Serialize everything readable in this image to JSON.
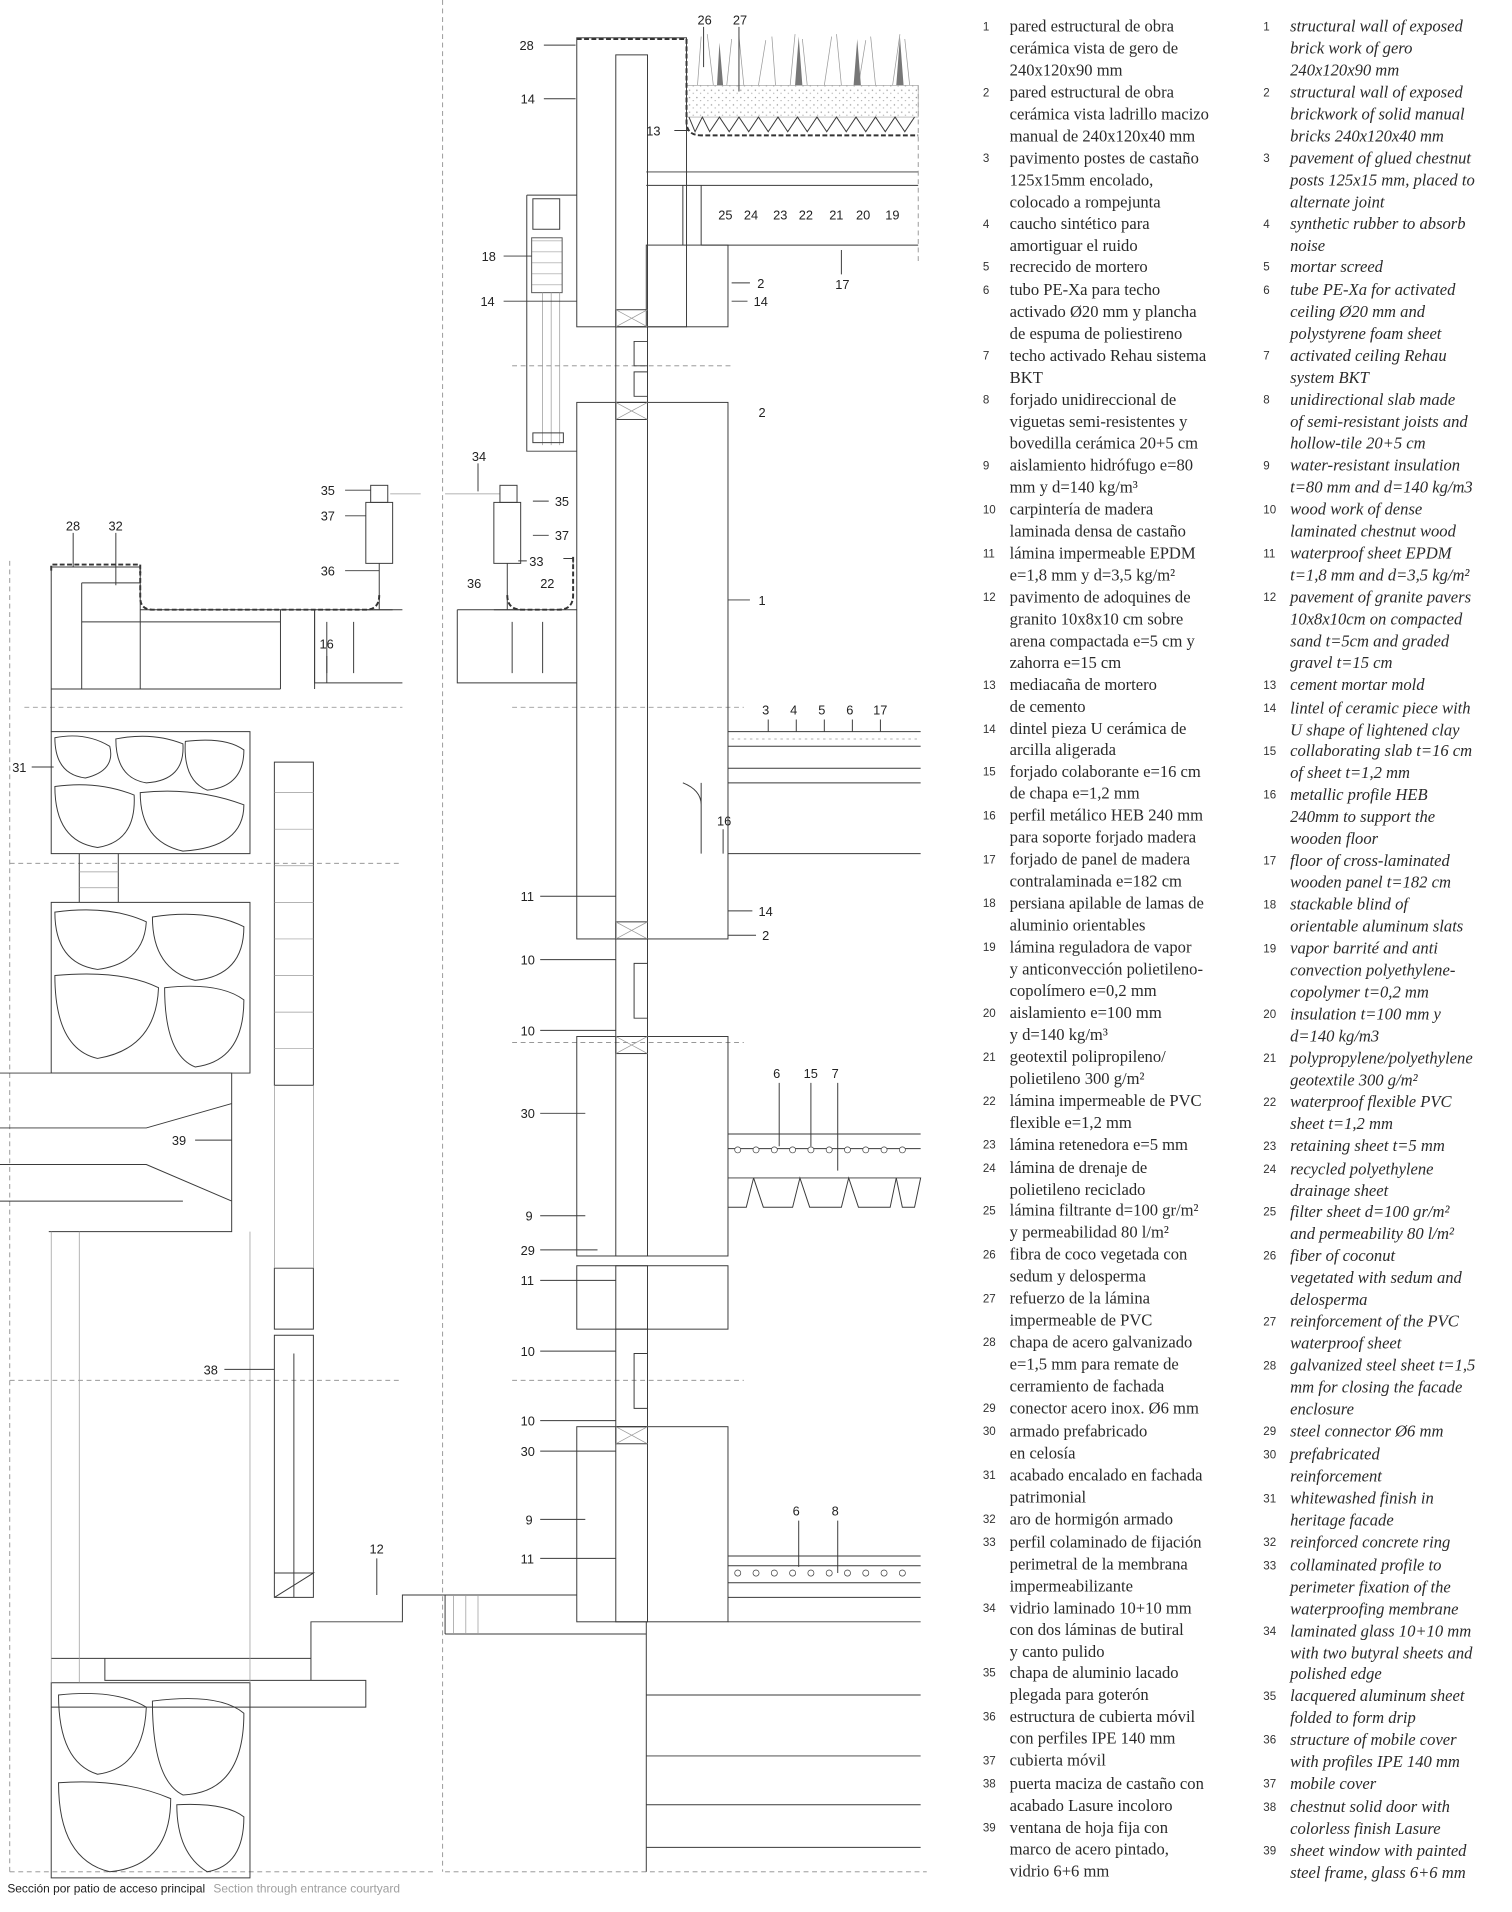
{
  "caption": {
    "es": "Sección por patio de acceso principal",
    "en": "Section through entrance courtyard"
  },
  "callouts": [
    "26",
    "27",
    "28",
    "14",
    "13",
    "25",
    "24",
    "23",
    "22",
    "21",
    "20",
    "19",
    "18",
    "14",
    "2",
    "14",
    "17",
    "2",
    "34",
    "35",
    "35",
    "37",
    "37",
    "28",
    "32",
    "36",
    "33",
    "36",
    "22",
    "16",
    "1",
    "3",
    "4",
    "5",
    "6",
    "17",
    "31",
    "16",
    "11",
    "14",
    "2",
    "10",
    "10",
    "6",
    "15",
    "7",
    "30",
    "39",
    "9",
    "29",
    "11",
    "10",
    "38",
    "10",
    "30",
    "9",
    "6",
    "8",
    "11",
    "12"
  ],
  "legend": {
    "es": [
      {
        "n": "1",
        "lines": [
          "pared estructural de obra",
          "cerámica vista de gero de",
          "240x120x90 mm"
        ]
      },
      {
        "n": "2",
        "lines": [
          "pared estructural de obra",
          "cerámica vista ladrillo macizo",
          "manual de 240x120x40 mm"
        ]
      },
      {
        "n": "3",
        "lines": [
          "pavimento postes de castaño",
          "125x15mm encolado,",
          "colocado a rompejunta"
        ]
      },
      {
        "n": "4",
        "lines": [
          "caucho sintético para",
          "amortiguar el ruido"
        ]
      },
      {
        "n": "5",
        "lines": [
          "recrecido de mortero"
        ]
      },
      {
        "n": "6",
        "lines": [
          "tubo PE-Xa para techo",
          "activado Ø20 mm y plancha",
          "de espuma de poliestireno"
        ]
      },
      {
        "n": "7",
        "lines": [
          "techo activado Rehau sistema",
          "BKT"
        ]
      },
      {
        "n": "8",
        "lines": [
          "forjado unidireccional de",
          "viguetas semi-resistentes y",
          "bovedilla cerámica 20+5 cm"
        ]
      },
      {
        "n": "9",
        "lines": [
          "aislamiento hidrófugo e=80",
          "mm y d=140 kg/m³"
        ]
      },
      {
        "n": "10",
        "lines": [
          "carpintería de madera",
          "laminada densa de castaño"
        ]
      },
      {
        "n": "11",
        "lines": [
          "lámina impermeable EPDM",
          "e=1,8 mm y d=3,5 kg/m²"
        ]
      },
      {
        "n": "12",
        "lines": [
          "pavimento de adoquines de",
          "granito 10x8x10 cm sobre",
          "arena compactada e=5 cm y",
          "zahorra e=15 cm"
        ]
      },
      {
        "n": "13",
        "lines": [
          "mediacaña de mortero",
          "de cemento"
        ]
      },
      {
        "n": "14",
        "lines": [
          "dintel pieza U cerámica de",
          "arcilla aligerada"
        ]
      },
      {
        "n": "15",
        "lines": [
          "forjado colaborante e=16 cm",
          "de chapa e=1,2 mm"
        ]
      },
      {
        "n": "16",
        "lines": [
          "perfil metálico HEB 240 mm",
          "para soporte forjado madera"
        ]
      },
      {
        "n": "17",
        "lines": [
          "forjado de panel de madera",
          "contralaminada e=182 cm"
        ]
      },
      {
        "n": "18",
        "lines": [
          "persiana apilable de lamas de",
          "aluminio orientables"
        ]
      },
      {
        "n": "19",
        "lines": [
          "lámina reguladora de vapor",
          "y anticonvección polietileno-",
          "copolímero e=0,2 mm"
        ]
      },
      {
        "n": "20",
        "lines": [
          "aislamiento e=100 mm",
          "y d=140 kg/m³"
        ]
      },
      {
        "n": "21",
        "lines": [
          "geotextil polipropileno/",
          "polietileno 300 g/m²"
        ]
      },
      {
        "n": "22",
        "lines": [
          "lámina impermeable de PVC",
          "flexible e=1,2 mm"
        ]
      },
      {
        "n": "23",
        "lines": [
          "lámina retenedora e=5 mm"
        ]
      },
      {
        "n": "24",
        "lines": [
          "lámina de drenaje de",
          "polietileno reciclado"
        ]
      },
      {
        "n": "25",
        "lines": [
          "lámina filtrante d=100 gr/m²",
          "y permeabilidad 80 l/m²"
        ]
      },
      {
        "n": "26",
        "lines": [
          "fibra de coco vegetada con",
          "sedum y delosperma"
        ]
      },
      {
        "n": "27",
        "lines": [
          "refuerzo de la lámina",
          "impermeable de PVC"
        ]
      },
      {
        "n": "28",
        "lines": [
          "chapa de acero galvanizado",
          "e=1,5 mm para remate de",
          "cerramiento de fachada"
        ]
      },
      {
        "n": "29",
        "lines": [
          "conector acero inox. Ø6 mm"
        ]
      },
      {
        "n": "30",
        "lines": [
          "armado prefabricado",
          "en celosía"
        ]
      },
      {
        "n": "31",
        "lines": [
          "acabado encalado en fachada",
          "patrimonial"
        ]
      },
      {
        "n": "32",
        "lines": [
          "aro de hormigón armado"
        ]
      },
      {
        "n": "33",
        "lines": [
          "perfil colaminado de fijación",
          "perimetral de la membrana",
          "impermeabilizante"
        ]
      },
      {
        "n": "34",
        "lines": [
          "vidrio laminado 10+10 mm",
          "con dos láminas de butiral",
          "y canto pulido"
        ]
      },
      {
        "n": "35",
        "lines": [
          "chapa de aluminio lacado",
          "plegada para goterón"
        ]
      },
      {
        "n": "36",
        "lines": [
          "estructura de cubierta móvil",
          "con perfiles IPE 140 mm"
        ]
      },
      {
        "n": "37",
        "lines": [
          "cubierta móvil"
        ]
      },
      {
        "n": "38",
        "lines": [
          "puerta maciza de castaño con",
          "acabado Lasure incoloro"
        ]
      },
      {
        "n": "39",
        "lines": [
          "ventana de hoja fija con",
          "marco de acero pintado,",
          "vidrio 6+6 mm"
        ]
      }
    ],
    "en": [
      {
        "n": "1",
        "lines": [
          "structural wall of exposed",
          "brick work of gero",
          "240x120x90 mm"
        ]
      },
      {
        "n": "2",
        "lines": [
          "structural wall of exposed",
          "brickwork of solid manual",
          "bricks 240x120x40 mm"
        ]
      },
      {
        "n": "3",
        "lines": [
          "pavement of glued chestnut",
          "posts 125x15 mm, placed to",
          "alternate joint"
        ]
      },
      {
        "n": "4",
        "lines": [
          "synthetic rubber to absorb",
          "noise"
        ]
      },
      {
        "n": "5",
        "lines": [
          "mortar screed"
        ]
      },
      {
        "n": "6",
        "lines": [
          "tube PE-Xa for activated",
          "ceiling Ø20 mm and",
          "polystyrene foam sheet"
        ]
      },
      {
        "n": "7",
        "lines": [
          "activated ceiling Rehau",
          "system BKT"
        ]
      },
      {
        "n": "8",
        "lines": [
          "unidirectional slab made",
          "of semi-resistant joists and",
          "hollow-tile 20+5 cm"
        ]
      },
      {
        "n": "9",
        "lines": [
          "water-resistant insulation",
          "t=80 mm and d=140 kg/m3"
        ]
      },
      {
        "n": "10",
        "lines": [
          "wood work of dense",
          "laminated chestnut wood"
        ]
      },
      {
        "n": "11",
        "lines": [
          "waterproof sheet EPDM",
          "t=1,8 mm and d=3,5 kg/m²"
        ]
      },
      {
        "n": "12",
        "lines": [
          "pavement of granite pavers",
          "10x8x10cm on compacted",
          "sand t=5cm and graded",
          "gravel t=15 cm"
        ]
      },
      {
        "n": "13",
        "lines": [
          "cement mortar mold"
        ]
      },
      {
        "n": "14",
        "lines": [
          "lintel of ceramic piece with",
          "U shape of lightened clay"
        ]
      },
      {
        "n": "15",
        "lines": [
          "collaborating slab t=16 cm",
          "of sheet t=1,2 mm"
        ]
      },
      {
        "n": "16",
        "lines": [
          "metallic profile HEB",
          "240mm to support the",
          "wooden floor"
        ]
      },
      {
        "n": "17",
        "lines": [
          "floor of cross-laminated",
          "wooden panel t=182 cm"
        ]
      },
      {
        "n": "18",
        "lines": [
          "stackable blind of",
          "orientable aluminum slats"
        ]
      },
      {
        "n": "19",
        "lines": [
          "vapor barrité and anti",
          "convection polyethylene-",
          "copolymer t=0,2 mm"
        ]
      },
      {
        "n": "20",
        "lines": [
          "insulation t=100 mm y",
          "d=140 kg/m3"
        ]
      },
      {
        "n": "21",
        "lines": [
          "polypropylene/polyethylene",
          "geotextile 300 g/m²"
        ]
      },
      {
        "n": "22",
        "lines": [
          "waterproof flexible PVC",
          "sheet t=1,2 mm"
        ]
      },
      {
        "n": "23",
        "lines": [
          "retaining sheet t=5 mm"
        ]
      },
      {
        "n": "24",
        "lines": [
          "recycled polyethylene",
          "drainage sheet"
        ]
      },
      {
        "n": "25",
        "lines": [
          "filter sheet d=100 gr/m²",
          "and permeability 80 l/m²"
        ]
      },
      {
        "n": "26",
        "lines": [
          "fiber of coconut",
          "vegetated with sedum and",
          "delosperma"
        ]
      },
      {
        "n": "27",
        "lines": [
          "reinforcement of the PVC",
          "waterproof sheet"
        ]
      },
      {
        "n": "28",
        "lines": [
          "galvanized steel sheet t=1,5",
          "mm for closing the facade",
          "enclosure"
        ]
      },
      {
        "n": "29",
        "lines": [
          "steel connector Ø6 mm"
        ]
      },
      {
        "n": "30",
        "lines": [
          "prefabricated",
          "reinforcement"
        ]
      },
      {
        "n": "31",
        "lines": [
          "whitewashed finish in",
          "heritage facade"
        ]
      },
      {
        "n": "32",
        "lines": [
          "reinforced concrete ring"
        ]
      },
      {
        "n": "33",
        "lines": [
          "collaminated profile to",
          "perimeter fixation of the",
          "waterproofing membrane"
        ]
      },
      {
        "n": "34",
        "lines": [
          "laminated glass 10+10 mm",
          "with two butyral sheets and",
          "polished edge"
        ]
      },
      {
        "n": "35",
        "lines": [
          "lacquered aluminum sheet",
          "folded to form drip"
        ]
      },
      {
        "n": "36",
        "lines": [
          "structure of mobile cover",
          "with profiles IPE 140 mm"
        ]
      },
      {
        "n": "37",
        "lines": [
          "mobile cover"
        ]
      },
      {
        "n": "38",
        "lines": [
          "chestnut solid door with",
          "colorless finish Lasure"
        ]
      },
      {
        "n": "39",
        "lines": [
          "sheet window with painted",
          "steel frame, glass 6+6 mm"
        ]
      }
    ]
  }
}
